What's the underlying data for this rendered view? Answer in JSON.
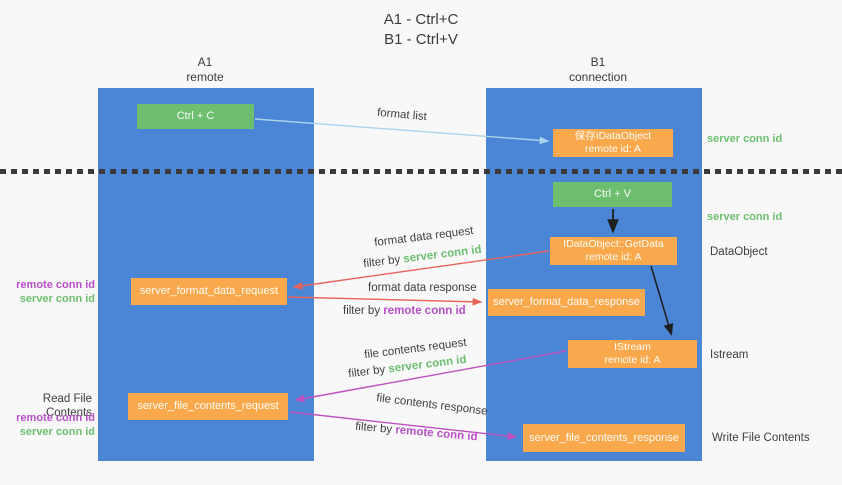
{
  "title": {
    "line1": "A1 - Ctrl+C",
    "line2": "B1 - Ctrl+V"
  },
  "columns": {
    "a1": {
      "name": "A1",
      "subtitle": "remote"
    },
    "b1": {
      "name": "B1",
      "subtitle": "connection"
    }
  },
  "nodes": {
    "ctrl_c": {
      "label": "Ctrl + C"
    },
    "save_idataobject": {
      "line1": "保存IDataObject",
      "line2": "remote id: A"
    },
    "ctrl_v": {
      "label": "Ctrl + V"
    },
    "getdata": {
      "line1": "IDataObject::GetData",
      "line2": "remote id: A"
    },
    "server_format_data_request": {
      "label": "server_format_data_request"
    },
    "server_format_data_response": {
      "label": "server_format_data_response"
    },
    "istream": {
      "line1": "IStream",
      "line2": "remote id: A"
    },
    "server_file_contents_request": {
      "label": "server_file_contents_request"
    },
    "server_file_contents_response": {
      "label": "server_file_contents_response"
    }
  },
  "flow_labels": {
    "format_list": "format list",
    "format_data_request": "format data request",
    "format_data_response": "format data response",
    "file_contents_request": "file contents request",
    "file_contents_response": "file contents response",
    "filter_by": "filter by ",
    "server_conn_id": "server conn id",
    "remote_conn_id": "remote conn id"
  },
  "side_labels": {
    "server_conn_id": "server conn id",
    "remote_conn_id": "remote conn id",
    "dataobject": "DataObject",
    "istream": "Istream",
    "read_file_contents": "Read File Contents",
    "write_file_contents": "Write File Contents"
  },
  "colors": {
    "column_blue": "#4a86d5",
    "node_green": "#6ebe70",
    "node_orange": "#f9a94c",
    "label_green": "#6bbf6e",
    "label_purple": "#b84fc8",
    "arrow_red": "#e8635a",
    "arrow_magenta": "#c050c0",
    "arrow_light_blue": "#a9d3ee",
    "arrow_black": "#1f1f1f"
  }
}
